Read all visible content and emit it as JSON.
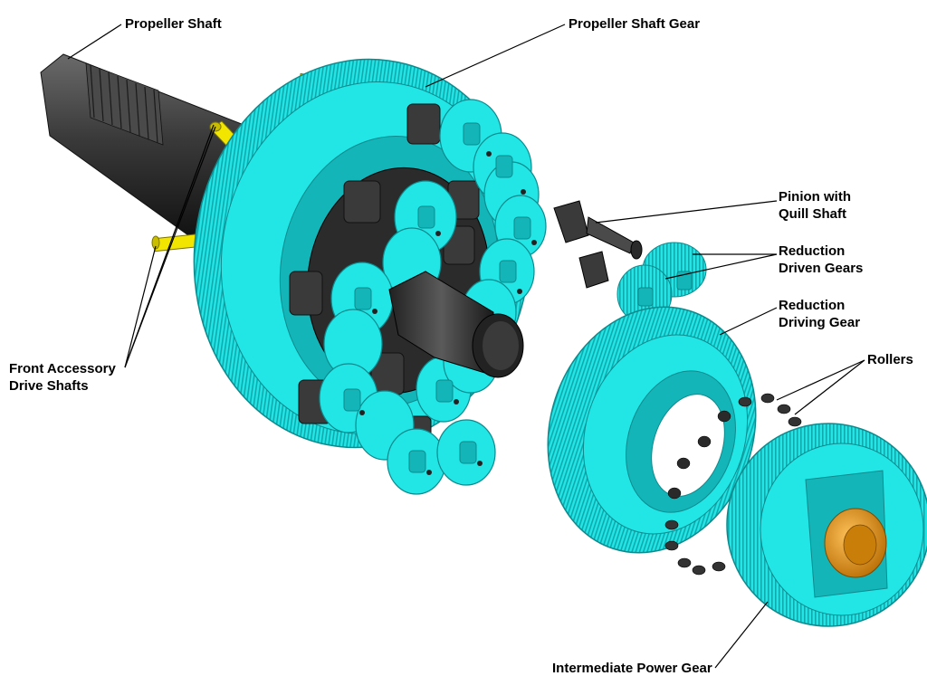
{
  "labels": {
    "propeller_shaft": "Propeller Shaft",
    "propeller_shaft_gear": "Propeller Shaft Gear",
    "pinion_line1": "Pinion with",
    "pinion_line2": "Quill Shaft",
    "reduction_driven_line1": "Reduction",
    "reduction_driven_line2": "Driven Gears",
    "reduction_driving_line1": "Reduction",
    "reduction_driving_line2": "Driving Gear",
    "rollers": "Rollers",
    "front_accessory_line1": "Front Accessory",
    "front_accessory_line2": "Drive Shafts",
    "intermediate_power_gear": "Intermediate Power Gear"
  },
  "colors": {
    "gear": "#22e6e6",
    "gear_dark": "#14b5b8",
    "shaft": "#3a3a3a",
    "accessory_shaft": "#f2e600",
    "bearing": "#e89a1a"
  }
}
